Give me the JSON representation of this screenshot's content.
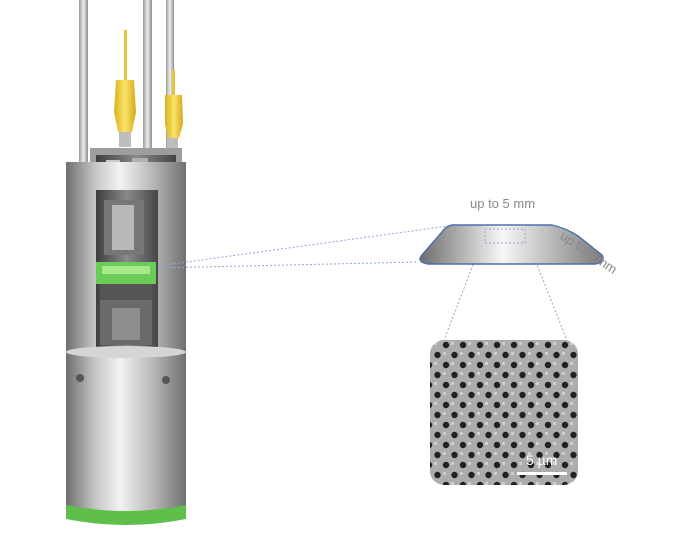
{
  "labels": {
    "width": "up to 5 mm",
    "depth": "up to 5 mm",
    "scale_bar": "5 µm"
  },
  "colors": {
    "accent_yellow": "#f3d23a",
    "accent_green": "#5fbf4a",
    "guide_line": "#8fa8cf",
    "sample_edge": "#4c6fae"
  },
  "icons": {
    "holder": "sample-holder-cutaway-icon",
    "sample": "sample-plate-icon",
    "micrograph": "porous-grid-micrograph"
  }
}
